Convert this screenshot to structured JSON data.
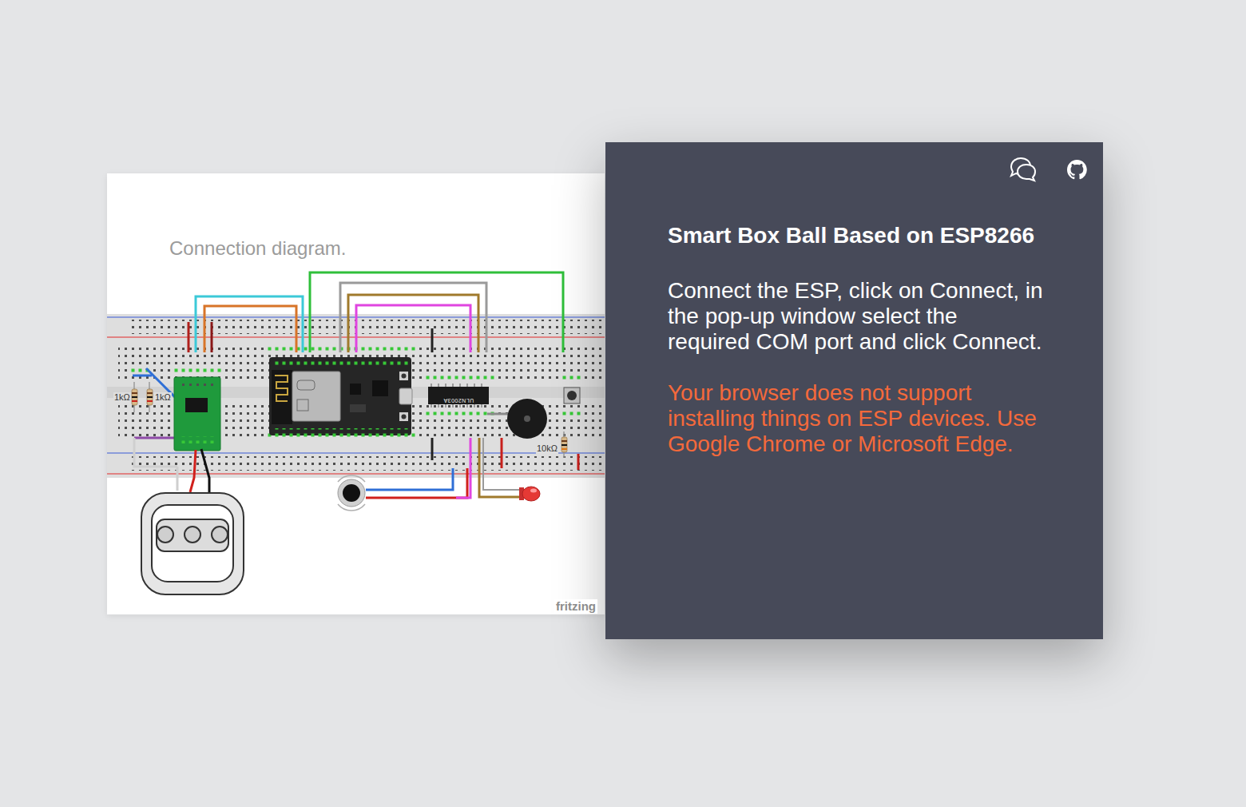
{
  "diagram": {
    "nodes": [
      {
        "text": [
          "Connection diagram."
        ]
      },
      {
        "text": [
          "Smart Box Ball Based on ESP8266",
          "Connect the ESP, click on Connect, in the pop-up window select the required COM port and click Connect.",
          "Your browser does not support installing things on ESP devices. Use Google Chrome or Microsoft Edge."
        ]
      }
    ],
    "labels": [
      "1kΩ",
      "1kΩ",
      "ULN2003A",
      "10kΩ",
      "fritzing"
    ]
  }
}
